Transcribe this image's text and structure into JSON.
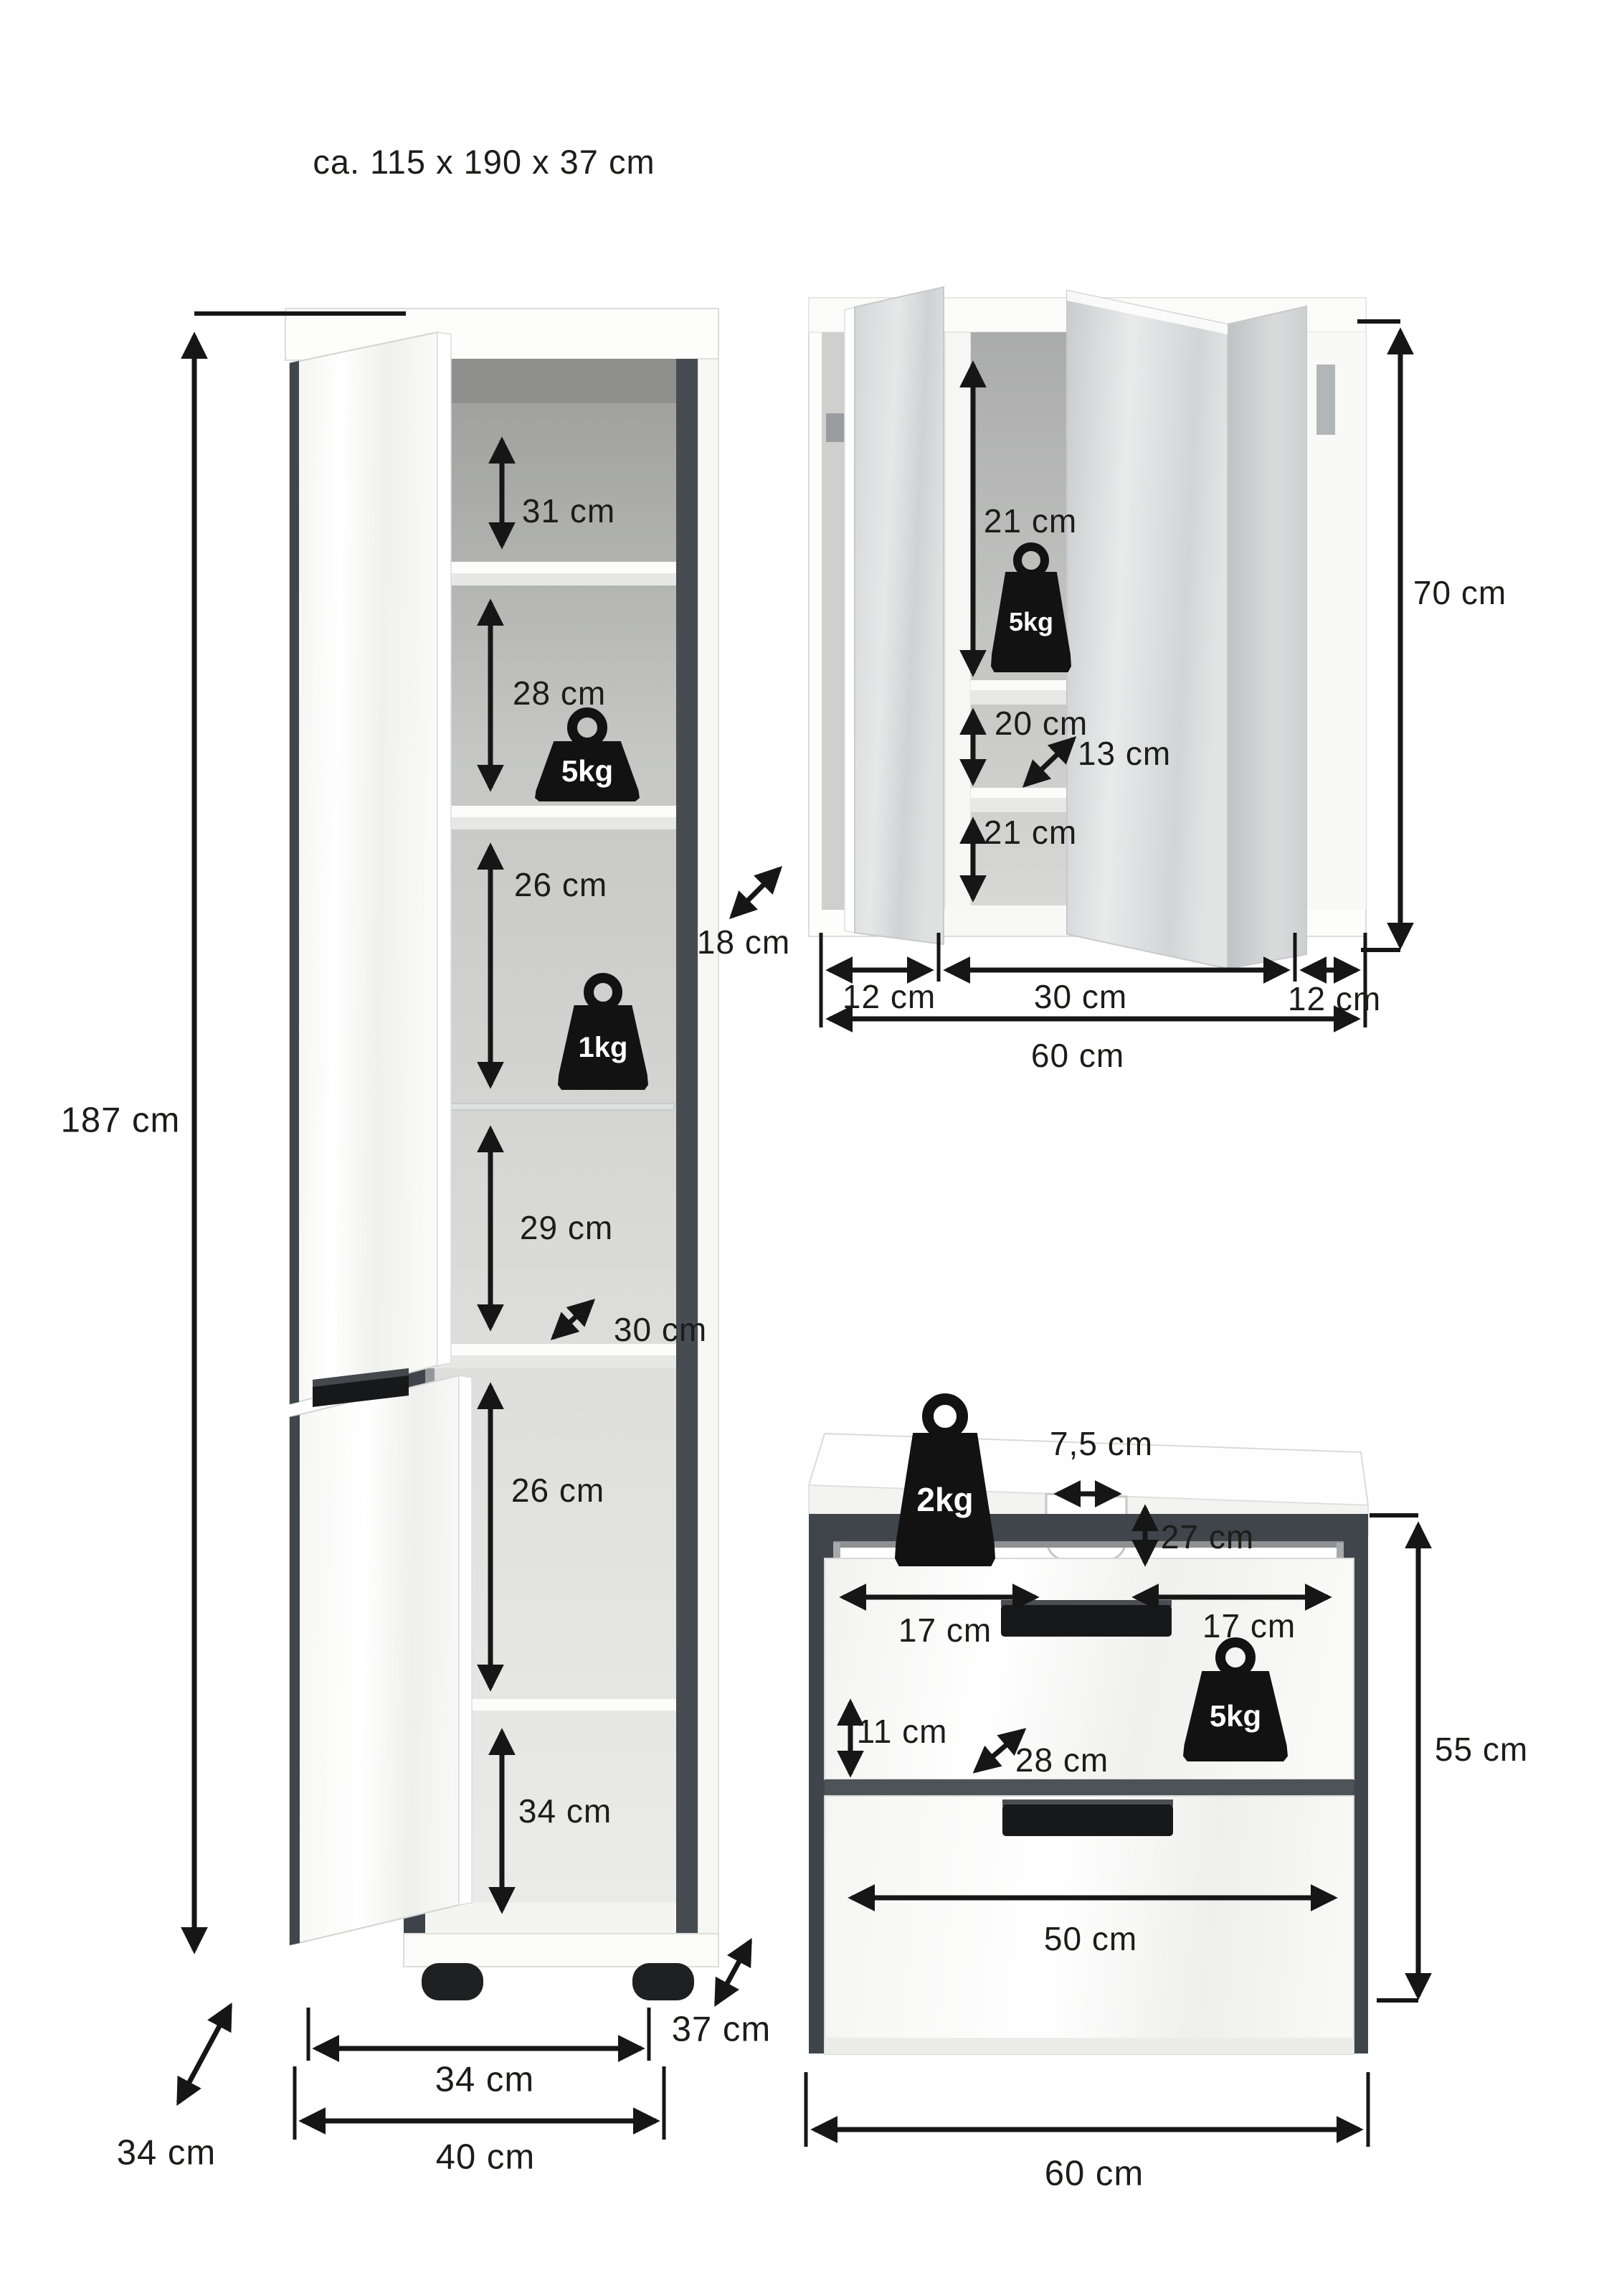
{
  "title": "ca. 115 x 190 x 37 cm",
  "tall_cabinet": {
    "height_label": "187 cm",
    "section_top": "31 cm",
    "section_2": "28 cm",
    "section_3": "26 cm",
    "section_4": "29 cm",
    "shelf_depth": "30 cm",
    "section_5": "26 cm",
    "section_bottom": "34 cm",
    "width_inner": "34 cm",
    "width_outer": "40 cm",
    "depth": "34 cm",
    "depth_right": "37 cm",
    "load_upper": "5kg",
    "load_lower": "1kg"
  },
  "mirror_cabinet": {
    "section_top": "21 cm",
    "section_middle": "20 cm",
    "shelf_depth": "13 cm",
    "section_bottom": "21 cm",
    "height": "70 cm",
    "depth": "18 cm",
    "width_left": "12 cm",
    "width_center": "30 cm",
    "width_right": "12 cm",
    "width_total": "60 cm",
    "load": "5kg"
  },
  "vanity": {
    "load_top": "2kg",
    "hole_width": "7,5 cm",
    "hole_offset": "27 cm",
    "door_left": "17 cm",
    "door_right": "17 cm",
    "load_door": "5kg",
    "plinth_height": "11 cm",
    "inner_depth": "28 cm",
    "drawer_width": "50 cm",
    "width_total": "60 cm",
    "height": "55 cm"
  }
}
